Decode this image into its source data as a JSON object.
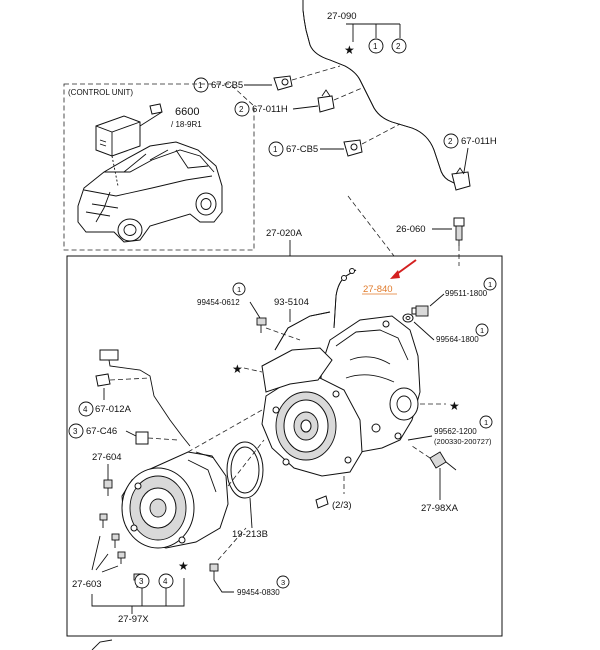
{
  "control_unit": {
    "heading": "(CONTROL UNIT)",
    "part_number": "6600",
    "part_sub": "/ 18-9R1"
  },
  "labels": {
    "hose_top": "27-090",
    "hose_top_ref1": "1",
    "hose_top_ref2": "2",
    "clip_cb5_a": "67-CB5",
    "clip_cb5_a_ref": "1",
    "clip_011h_a": "67-011H",
    "clip_011h_a_ref": "2",
    "clip_cb5_b": "67-CB5",
    "clip_cb5_b_ref": "1",
    "clip_011h_b": "67-011H",
    "clip_011h_b_ref": "2",
    "sensor_top": "26-060",
    "assembly": "27-020A",
    "tube_highlight": "27-840",
    "bolt_left": "99454-0612",
    "bolt_left_ref": "1",
    "tube_left": "93-5104",
    "plug_a": "99511-1800",
    "plug_a_ref": "1",
    "plug_b": "99564-1800",
    "plug_b_ref": "1",
    "clip_012a": "67-012A",
    "clip_012a_ref": "4",
    "clip_c46": "67-C46",
    "clip_c46_ref": "3",
    "bolt_604": "27-604",
    "switch": "99562-1200",
    "switch_ref": "1",
    "switch_range": "(200330-200727)",
    "connector_98xa": "27-98XA",
    "ref_23": "(2/3)",
    "gasket": "19-213B",
    "bolt_603": "27-603",
    "ref3": "3",
    "ref4": "4",
    "kit_97x": "27-97X",
    "bolt_bottom": "99454-0830",
    "bolt_bottom_ref": "3"
  },
  "colors": {
    "highlight": "#e07a2a",
    "arrow": "#d42020"
  }
}
